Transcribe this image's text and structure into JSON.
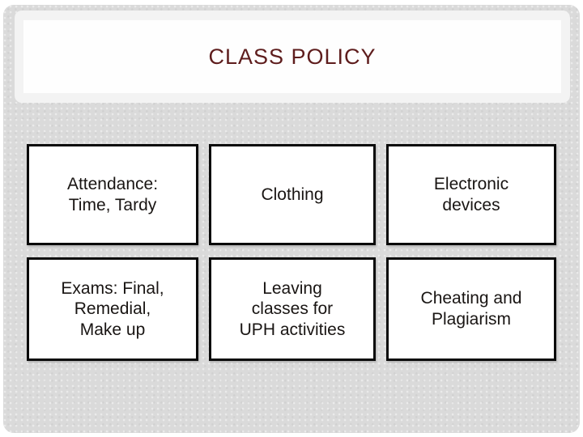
{
  "slide": {
    "title": "CLASS POLICY",
    "boxes": [
      {
        "lines": [
          "Attendance:",
          "Time, Tardy"
        ]
      },
      {
        "lines": [
          "Clothing"
        ]
      },
      {
        "lines": [
          "Electronic",
          "devices"
        ]
      },
      {
        "lines": [
          "Exams: Final,",
          "Remedial,",
          "Make up"
        ]
      },
      {
        "lines": [
          "Leaving",
          "classes for",
          "UPH activities"
        ]
      },
      {
        "lines": [
          "Cheating and",
          "Plagiarism"
        ]
      }
    ],
    "colors": {
      "canvas": "#ffffff",
      "background": "#dadada",
      "banner_outer": "#f3f3f3",
      "banner_inner": "#fefefe",
      "title_text": "#5e1d1d",
      "box_border": "#0a0a0a",
      "box_text": "#191513"
    }
  }
}
